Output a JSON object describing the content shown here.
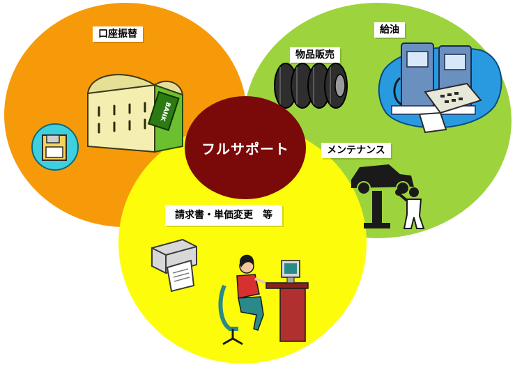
{
  "center": {
    "label": "フルサポート"
  },
  "sections": {
    "transfer": {
      "label": "口座振替",
      "bank_sign": "BANK"
    },
    "fuel": {
      "label": "給油"
    },
    "goods": {
      "label": "物品販売"
    },
    "maintenance": {
      "label": "メンテナンス"
    },
    "billing": {
      "label": "請求書・単価変更　等"
    }
  },
  "colors": {
    "bank_circle": "#f79a0a",
    "fuel_circle": "#9dd43d",
    "office_circle": "#fdfd0b",
    "center_circle": "#7a0a0a"
  }
}
